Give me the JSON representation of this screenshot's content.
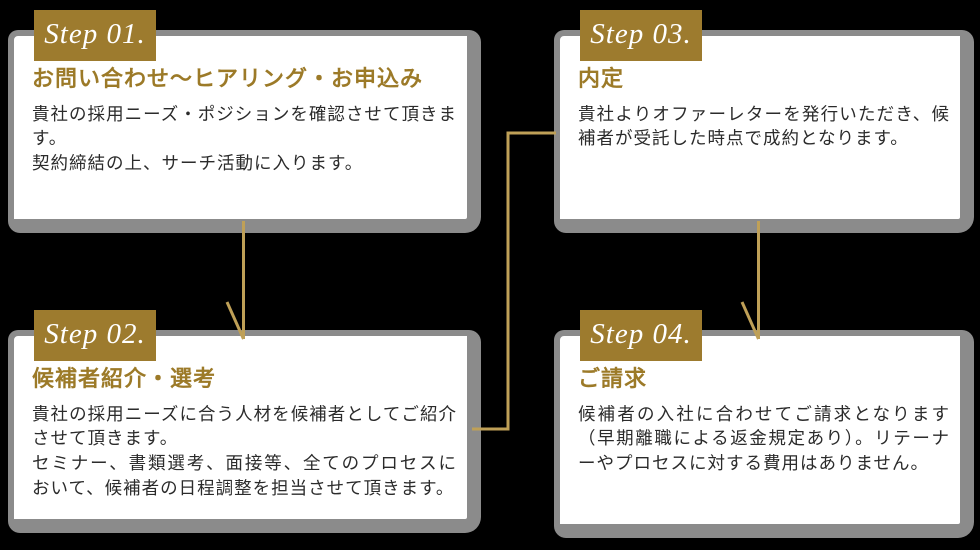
{
  "page": {
    "background": "#000000",
    "description": "Four-step recruitment process flow diagram"
  },
  "colors": {
    "background": "#000000",
    "gold": "#9d7b2e",
    "heading_gold": "#9c7a28",
    "connector_gold": "#bfa057",
    "card_border_gray": "#8b8b8b",
    "card_bg": "#ffffff",
    "body_text": "#2b2b2b",
    "tab_text": "#ffffff"
  },
  "steps": [
    {
      "tab_label": "Step 01.",
      "title": "お問い合わせ～ヒアリング・お申込み",
      "body": "貴社の採用ニーズ・ポジションを確認させて頂きます。\n契約締結の上、サーチ活動に入ります。"
    },
    {
      "tab_label": "Step 02.",
      "title": "候補者紹介・選考",
      "body": "貴社の採用ニーズに合う人材を候補者としてご紹介させて頂きます。\nセミナー、書類選考、面接等、全てのプロセスにおいて、候補者の日程調整を担当させて頂きます。"
    },
    {
      "tab_label": "Step 03.",
      "title": "内定",
      "body": "貴社よりオファーレターを発行いただき、候補者が受託した時点で成約となります。"
    },
    {
      "tab_label": "Step 04.",
      "title": "ご請求",
      "body": "候補者の入社に合わせてご請求となります（早期離職による返金規定あり）。リテーナーやプロセスに対する費用はありません。"
    }
  ],
  "flow": {
    "connections": [
      "step-01 → step-02 (down arrow)",
      "step-02 → step-03 (right-up elbow line)",
      "step-03 → step-04 (down arrow)"
    ]
  }
}
